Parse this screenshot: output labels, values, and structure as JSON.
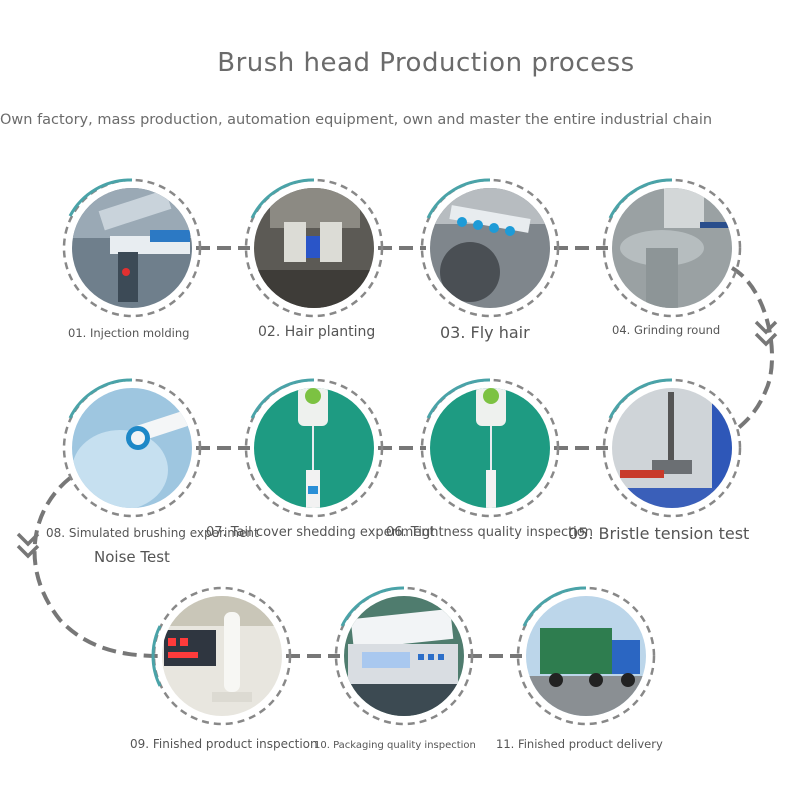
{
  "title": "Brush head Production process",
  "subtitle": "Own factory, mass production, automation equipment, own and master the entire industrial chain",
  "colors": {
    "ring": "#4aa3a8",
    "connector": "#777777",
    "text": "#555555"
  },
  "steps": [
    {
      "label": "01. Injection molding",
      "icon": "injection-machine-photo"
    },
    {
      "label": "02. Hair planting",
      "icon": "hair-planting-machine-photo"
    },
    {
      "label": "03. Fly hair",
      "icon": "fly-hair-machine-photo"
    },
    {
      "label": "04. Grinding round",
      "icon": "grinding-machine-photo"
    },
    {
      "label": "05. Bristle tension test",
      "icon": "tension-tester-photo"
    },
    {
      "label": "06. Tightness quality inspection",
      "icon": "tightness-tester-photo"
    },
    {
      "label": "07. Tail cover shedding experiment",
      "icon": "shedding-tester-photo"
    },
    {
      "label": "08. Simulated brushing experiment",
      "icon": "brushing-simulator-photo"
    },
    {
      "label": "Noise Test",
      "icon": ""
    },
    {
      "label": "09. Finished product inspection",
      "icon": "inspection-device-photo"
    },
    {
      "label": "10. Packaging quality inspection",
      "icon": "packaging-scale-photo"
    },
    {
      "label": "11. Finished product delivery",
      "icon": "delivery-truck-photo"
    }
  ]
}
